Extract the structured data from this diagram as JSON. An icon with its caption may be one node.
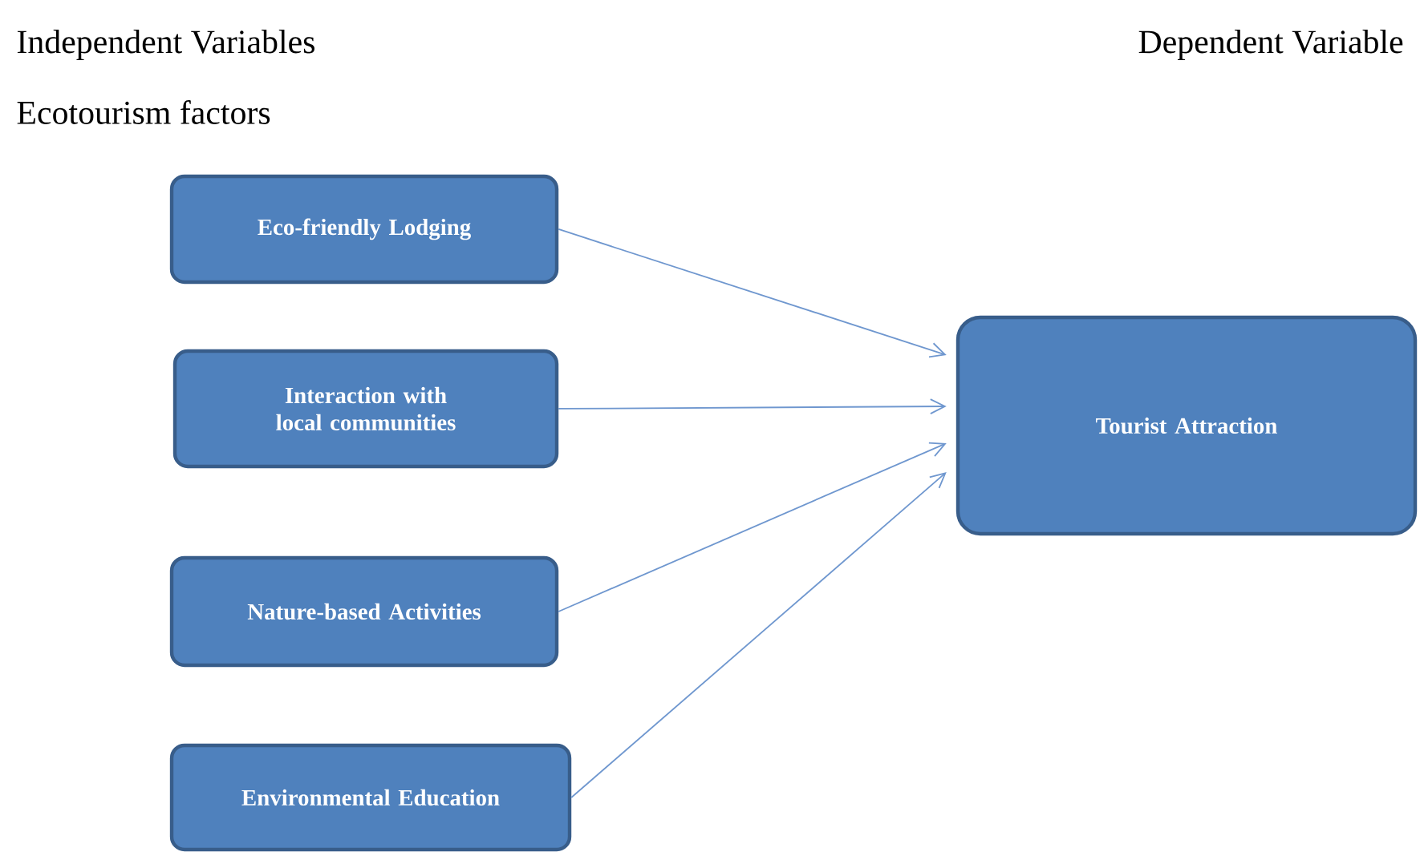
{
  "diagram": {
    "nodes": [
      {
        "text": [
          "Eco-friendly Lodging"
        ]
      },
      {
        "text": [
          "Interaction with local communities"
        ]
      },
      {
        "text": [
          "Nature-based Activities"
        ]
      },
      {
        "text": [
          "Environmental Education"
        ]
      },
      {
        "text": [
          "Tourist Attraction"
        ]
      }
    ],
    "edges": [
      {
        "from": 0,
        "to": 4,
        "arrow": "to"
      },
      {
        "from": 1,
        "to": 4,
        "arrow": "to"
      },
      {
        "from": 2,
        "to": 4,
        "arrow": "to"
      },
      {
        "from": 3,
        "to": 4,
        "arrow": "to"
      }
    ],
    "labels": [
      "Independent Variables",
      "Dependent Variable",
      "Ecotourism factors"
    ]
  }
}
